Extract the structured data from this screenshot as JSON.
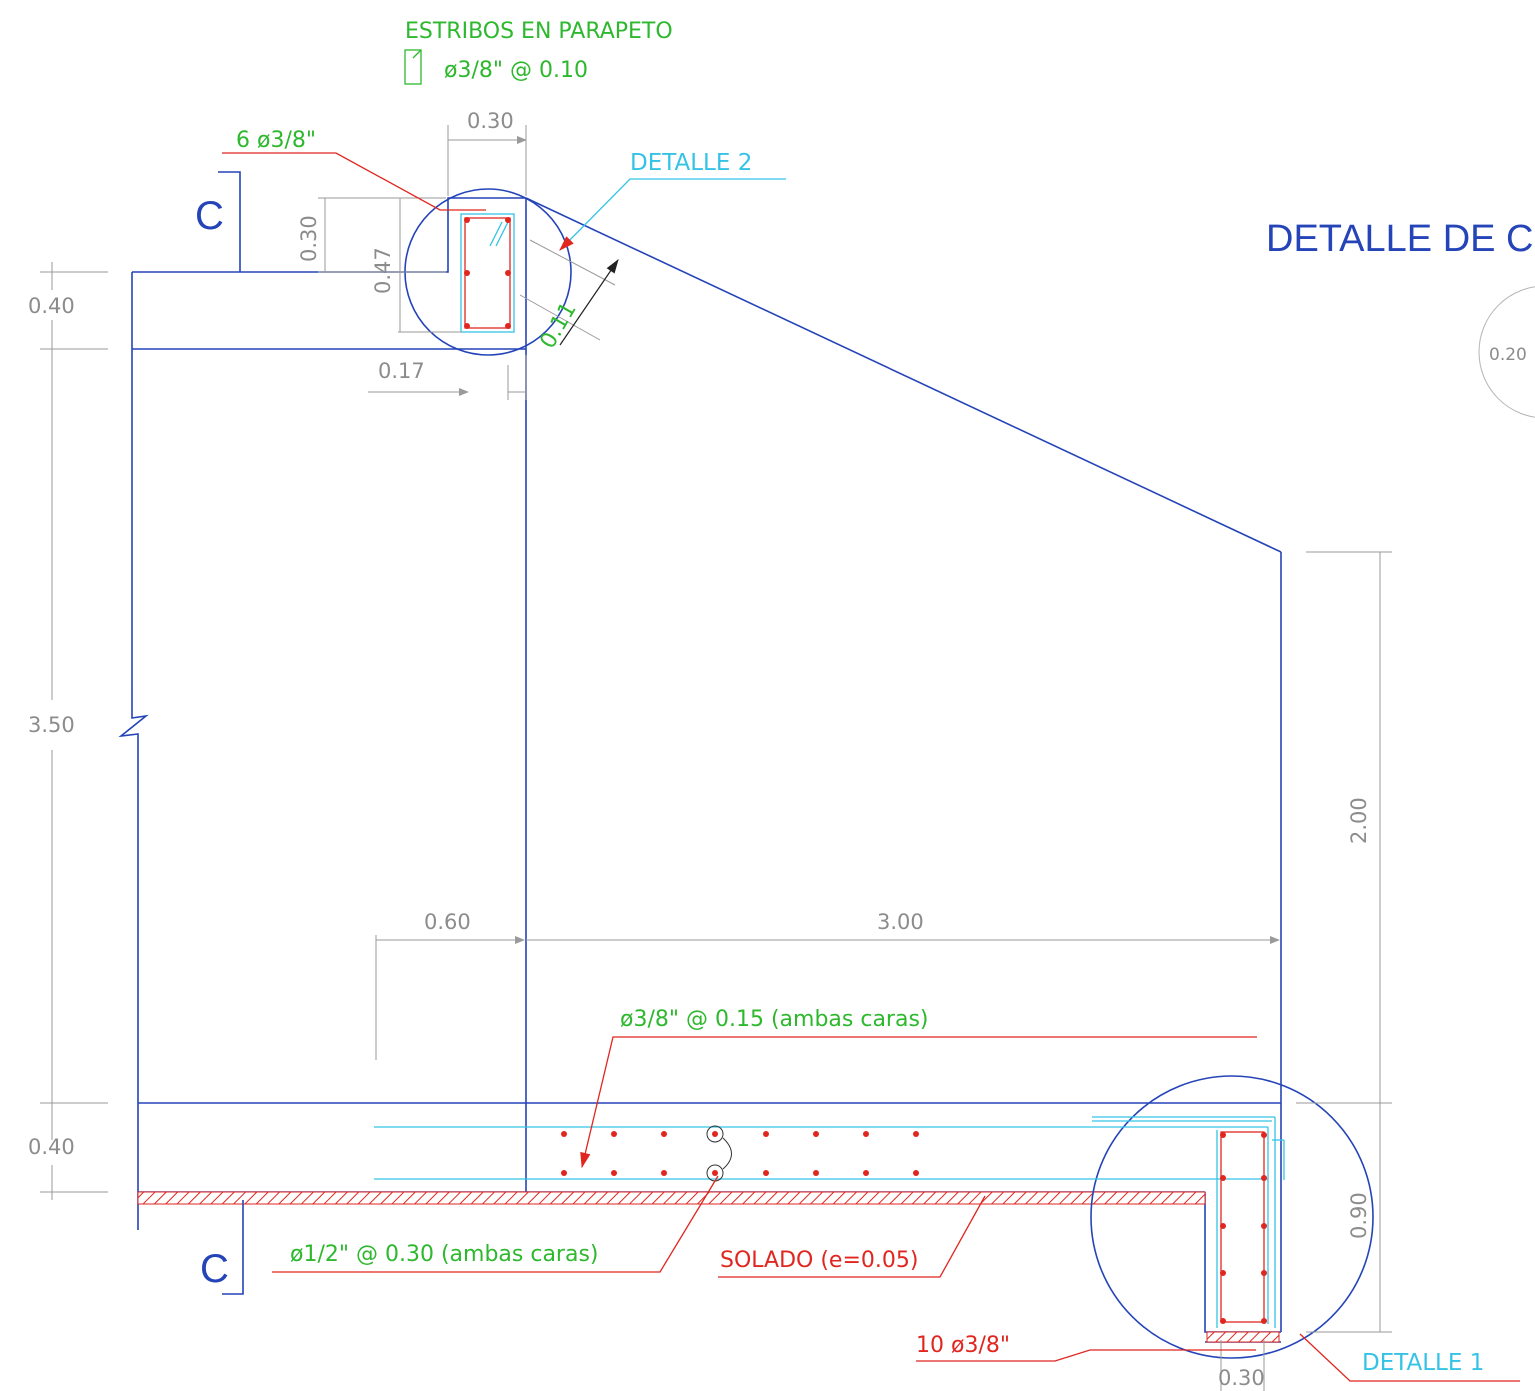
{
  "title": "DETALLE DE C",
  "section_marks": {
    "top": "C",
    "bottom": "C"
  },
  "dimensions": {
    "parapet_width": "0.30",
    "parapet_height": "0.30",
    "parapet_total": "0.47",
    "chamfer": "0.11",
    "offset": "0.17",
    "slab_top": "0.40",
    "wall_height": "3.50",
    "slab_bottom": "0.40",
    "toe": "0.60",
    "heel": "3.00",
    "stem_height": "2.00",
    "footing_height": "0.90",
    "key_width": "0.30",
    "partial_detail": "0.20"
  },
  "notes": {
    "stirrups_line1": "ESTRIBOS EN PARAPETO",
    "stirrups_line2": "ø3/8\" @ 0.10",
    "parapet_bars": "6 ø3/8\"",
    "detail2": "DETALLE 2",
    "mesh_top": "ø3/8\" @ 0.15 (ambas caras)",
    "mesh_bottom": "ø1/2\" @ 0.30 (ambas caras)",
    "solado": "SOLADO (e=0.05)",
    "key_bars": "10 ø3/8\"",
    "detail1": "DETALLE 1"
  }
}
